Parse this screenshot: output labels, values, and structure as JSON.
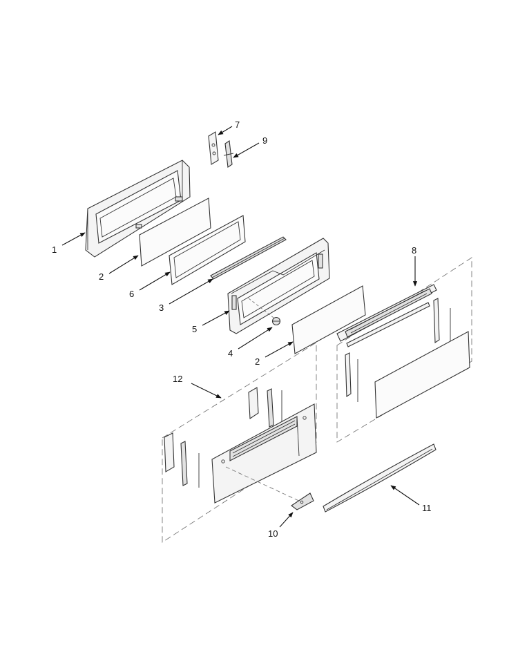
{
  "callouts": [
    {
      "id": "c1",
      "text": "1"
    },
    {
      "id": "c2a",
      "text": "2"
    },
    {
      "id": "c6",
      "text": "6"
    },
    {
      "id": "c3",
      "text": "3"
    },
    {
      "id": "c5",
      "text": "5"
    },
    {
      "id": "c4",
      "text": "4"
    },
    {
      "id": "c2b",
      "text": "2"
    },
    {
      "id": "c7",
      "text": "7"
    },
    {
      "id": "c9",
      "text": "9"
    },
    {
      "id": "c8",
      "text": "8"
    },
    {
      "id": "c12",
      "text": "12"
    },
    {
      "id": "c10",
      "text": "10"
    },
    {
      "id": "c11",
      "text": "11"
    }
  ],
  "colors": {
    "ink": "#333333",
    "background": "#ffffff"
  }
}
